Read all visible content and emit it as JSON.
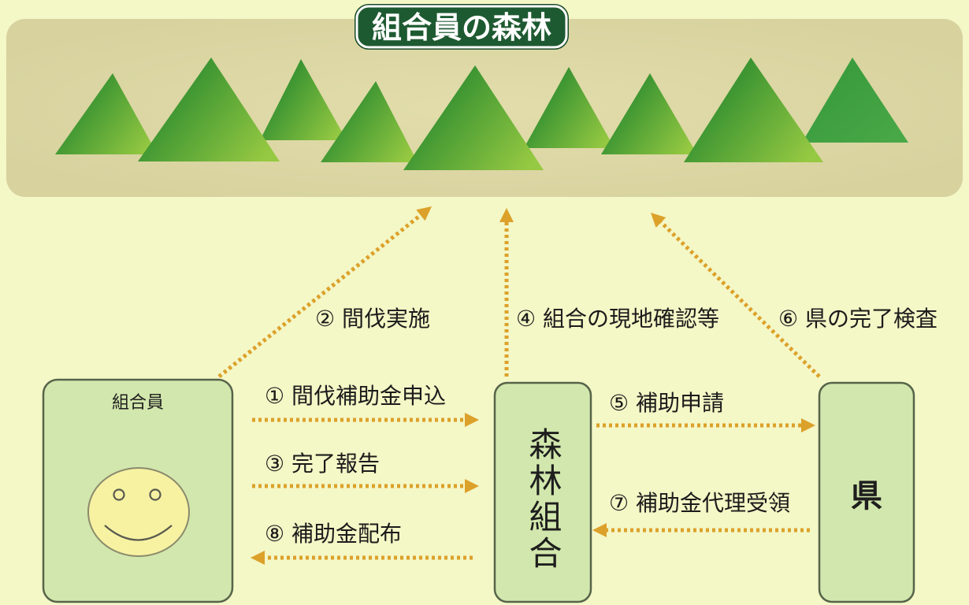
{
  "title": "組合員の森林",
  "colors": {
    "background": "#f4f7c6",
    "band": "#d7d29e",
    "title_badge": "#1e5a31",
    "mountain_dark": "#2b8b2f",
    "mountain_light": "#96c942",
    "node_fill": "#d2e7ad",
    "face": "#f6f2a2",
    "arrow": "#dca12a"
  },
  "nodes": {
    "member": "組合員",
    "cooperative": "森林組合",
    "prefecture": "県"
  },
  "steps": [
    "① 間伐補助金申込",
    "② 間伐実施",
    "③ 完了報告",
    "④ 組合の現地確認等",
    "⑤ 補助申請",
    "⑥ 県の完了検査",
    "⑦ 補助金代理受領",
    "⑧ 補助金配布"
  ]
}
